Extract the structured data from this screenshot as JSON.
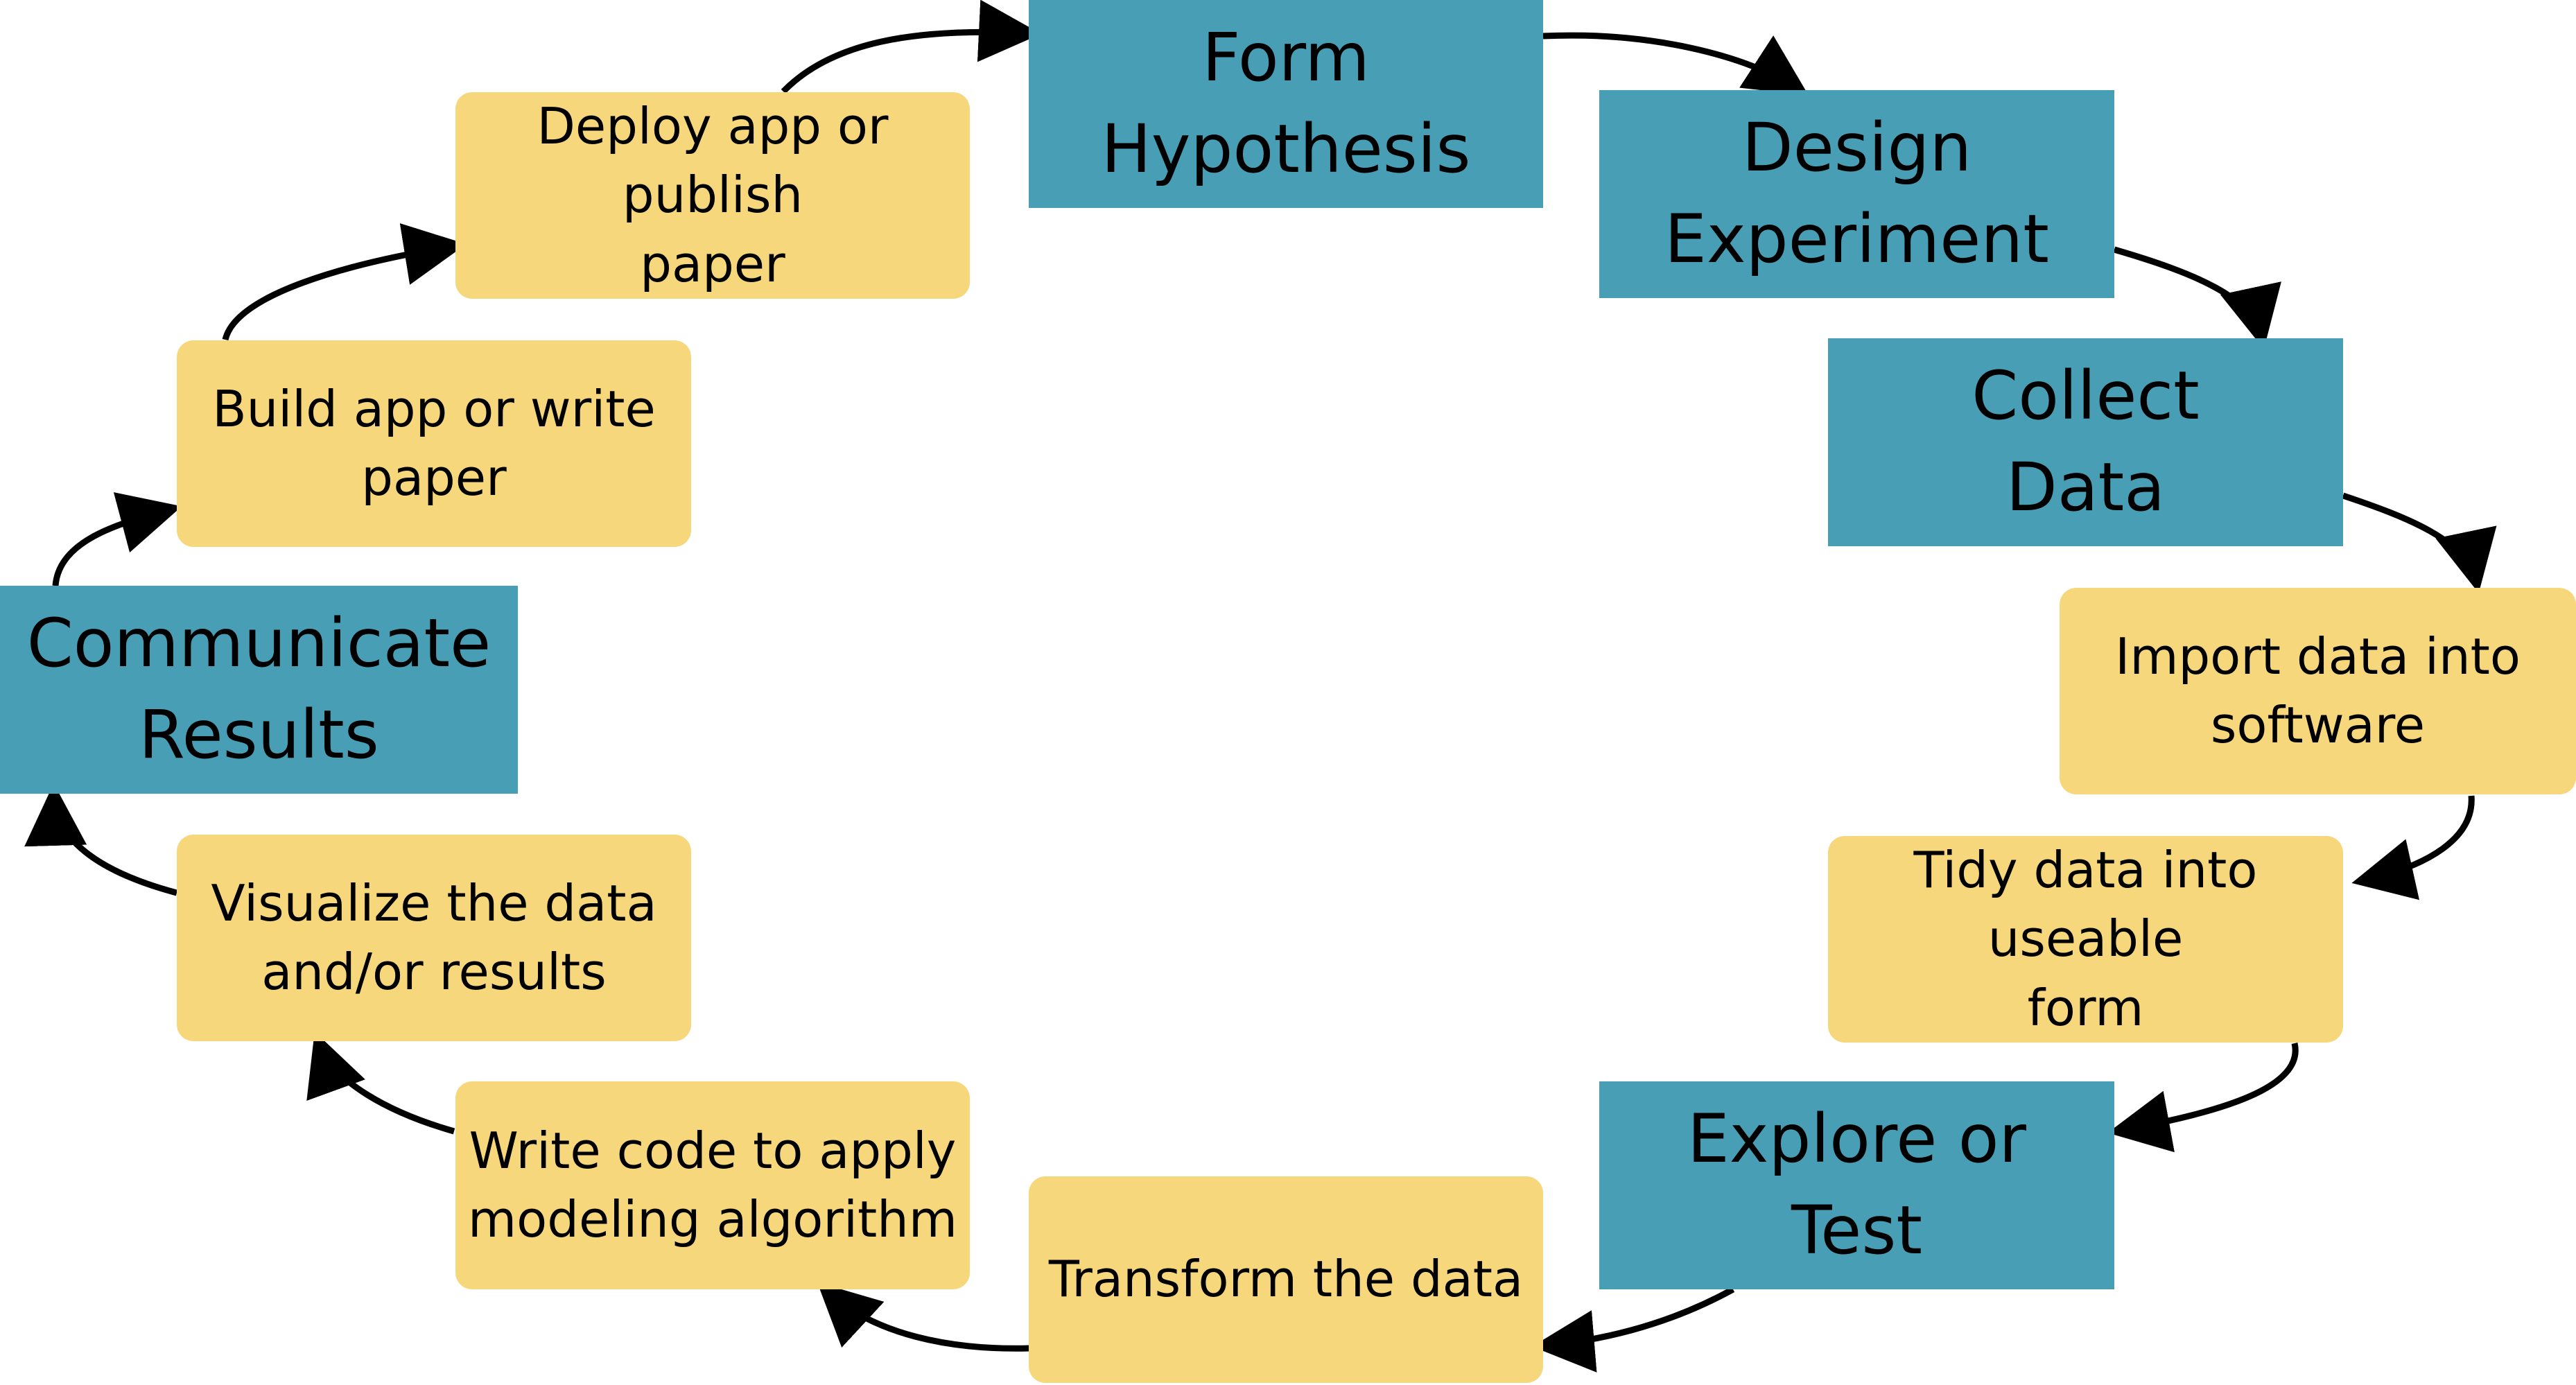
{
  "colors": {
    "main_step": "#489fb5",
    "sub_step": "#f7d77c",
    "arrow": "#000000",
    "text": "#000000"
  },
  "cycle": {
    "direction": "clockwise",
    "steps": [
      {
        "id": "form-hypothesis",
        "kind": "main",
        "label": "Form\nHypothesis"
      },
      {
        "id": "design-experiment",
        "kind": "main",
        "label": "Design\nExperiment"
      },
      {
        "id": "collect-data",
        "kind": "main",
        "label": "Collect\nData"
      },
      {
        "id": "import-data",
        "kind": "sub",
        "label": "Import data into\nsoftware"
      },
      {
        "id": "tidy-data",
        "kind": "sub",
        "label": "Tidy data into useable\nform"
      },
      {
        "id": "explore-or-test",
        "kind": "main",
        "label": "Explore or\nTest"
      },
      {
        "id": "transform-data",
        "kind": "sub",
        "label": "Transform the data"
      },
      {
        "id": "write-code",
        "kind": "sub",
        "label": "Write code to apply\nmodeling algorithm"
      },
      {
        "id": "visualize-data",
        "kind": "sub",
        "label": "Visualize the data\nand/or results"
      },
      {
        "id": "communicate-results",
        "kind": "main",
        "label": "Communicate\nResults"
      },
      {
        "id": "build-app",
        "kind": "sub",
        "label": "Build app or write\npaper"
      },
      {
        "id": "deploy-app",
        "kind": "sub",
        "label": "Deploy app or publish\npaper"
      }
    ]
  }
}
